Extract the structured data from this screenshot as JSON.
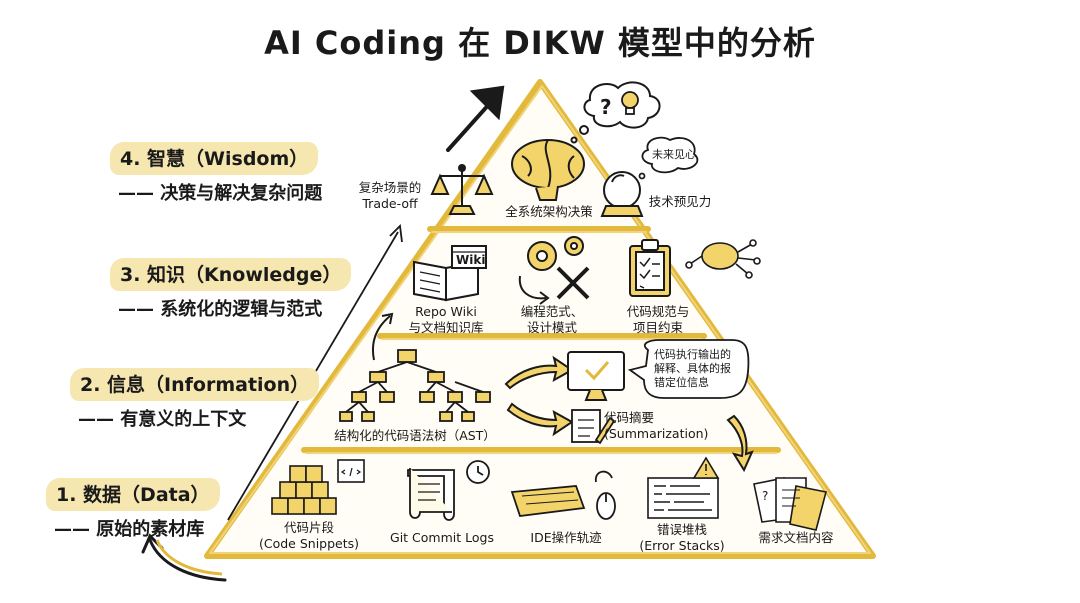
{
  "title": "AI Coding 在 DIKW 模型中的分析",
  "colors": {
    "gold": "#e2b93b",
    "goldFill": "#f3d46b",
    "ink": "#1a1a1a",
    "highlight": "#f6e6b0"
  },
  "levels": [
    {
      "label": "4. 智慧（Wisdom）",
      "desc": "—— 决策与解决复杂问题"
    },
    {
      "label": "3. 知识（Knowledge）",
      "desc": "—— 系统化的逻辑与范式"
    },
    {
      "label": "2. 信息（Information）",
      "desc": "—— 有意义的上下文"
    },
    {
      "label": "1. 数据（Data）",
      "desc": "—— 原始的素材库"
    }
  ],
  "wisdom": {
    "tradeoff": [
      "复杂场景的",
      "Trade-off"
    ],
    "architecture": "全系统架构决策",
    "foresight": "技术预见力",
    "bubble": "未来见心",
    "icons": [
      "balance-scale-icon",
      "brain-icon",
      "crystal-ball-icon",
      "lightbulb-icon"
    ]
  },
  "knowledge": {
    "wiki": [
      "Repo Wiki",
      "与文档知识库"
    ],
    "wiki_tag": "Wiki",
    "patterns": [
      "编程范式、",
      "设计模式"
    ],
    "constraints": [
      "代码规范与",
      "项目约束"
    ],
    "icons": [
      "book-icon",
      "gears-icon",
      "clipboard-checklist-icon",
      "brain-network-icon"
    ]
  },
  "information": {
    "ast": "结构化的代码语法树（AST）",
    "summary": [
      "代码摘要",
      "(Summarization)"
    ],
    "bubble": [
      "代码执行输出的",
      "解释、具体的报",
      "错定位信息"
    ],
    "icons": [
      "tree-diagram-icon",
      "monitor-check-icon",
      "document-pencil-icon"
    ]
  },
  "data": {
    "snippets": [
      "代码片段",
      "(Code Snippets)"
    ],
    "git": "Git Commit Logs",
    "ide": "IDE操作轨迹",
    "errors": [
      "错误堆栈",
      "(Error Stacks)"
    ],
    "requirements": "需求文档内容",
    "icons": [
      "blocks-icon",
      "scroll-clock-icon",
      "keyboard-mouse-icon",
      "error-log-icon",
      "documents-icon"
    ]
  }
}
